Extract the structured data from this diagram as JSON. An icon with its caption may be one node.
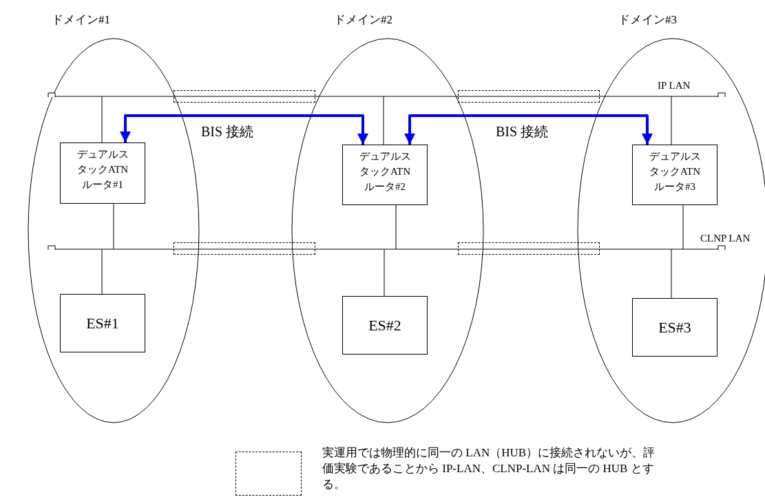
{
  "diagram": {
    "nodes": [
      {
        "text": [
          "ドメイン#1"
        ]
      },
      {
        "text": [
          "ドメイン#2"
        ]
      },
      {
        "text": [
          "ドメイン#3"
        ]
      },
      {
        "text": [
          "デュアルスタックATNルータ#1"
        ],
        "in": 0
      },
      {
        "text": [
          "デュアルスタックATNルータ#2"
        ],
        "in": 1
      },
      {
        "text": [
          "デュアルスタックATNルータ#3"
        ],
        "in": 2
      },
      {
        "text": [
          "ES#1"
        ],
        "in": 0
      },
      {
        "text": [
          "ES#2"
        ],
        "in": 1
      },
      {
        "text": [
          "ES#3"
        ],
        "in": 2
      },
      {
        "text": [
          "IP LAN"
        ]
      },
      {
        "text": [
          "CLNP LAN"
        ]
      },
      {
        "text": [],
        "shape": "box"
      },
      {
        "text": [],
        "shape": "box"
      },
      {
        "text": [],
        "shape": "box"
      },
      {
        "text": [],
        "shape": "box"
      }
    ],
    "edges": [
      {
        "from": 3,
        "to": 9,
        "arrow": "none"
      },
      {
        "from": 3,
        "to": 10,
        "arrow": "none"
      },
      {
        "from": 6,
        "to": 10,
        "arrow": "none"
      },
      {
        "from": 4,
        "to": 9,
        "arrow": "none"
      },
      {
        "from": 4,
        "to": 10,
        "arrow": "none"
      },
      {
        "from": 7,
        "to": 10,
        "arrow": "none"
      },
      {
        "from": 5,
        "to": 9,
        "arrow": "none"
      },
      {
        "from": 5,
        "to": 10,
        "arrow": "none"
      },
      {
        "from": 8,
        "to": 10,
        "arrow": "none"
      },
      {
        "from": 3,
        "to": 4,
        "arrow": "both",
        "label": "BIS 接続",
        "style": "thick",
        "color": "#0000ff"
      },
      {
        "from": 4,
        "to": 5,
        "arrow": "both",
        "label": "BIS 接続",
        "style": "thick",
        "color": "#0000ff"
      }
    ],
    "legend": [
      {
        "text": "実運用では物理的に同一の LAN（HUB）に接続されないが、評価実験であることから IP-LAN、CLNP-LAN は同一の HUB とする。"
      }
    ]
  }
}
